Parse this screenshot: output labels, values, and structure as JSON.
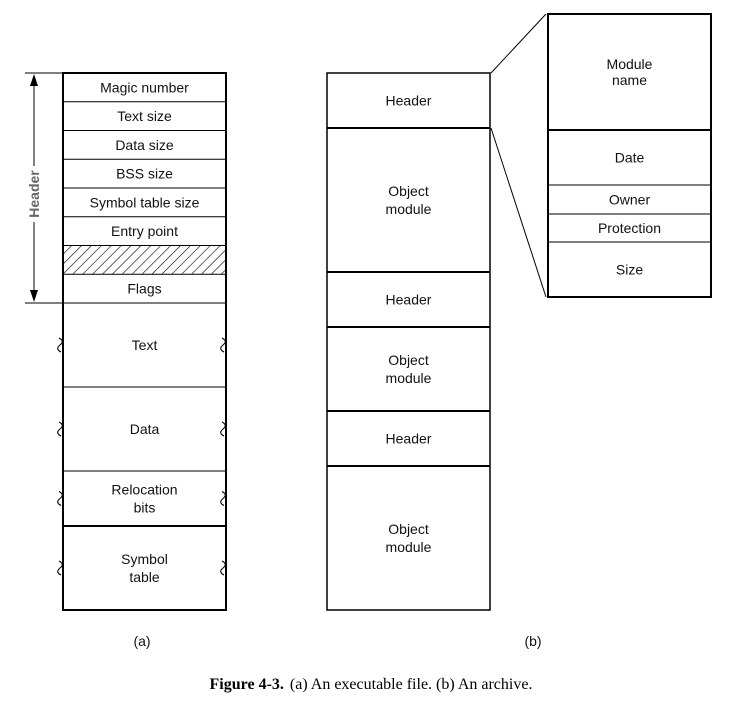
{
  "executable": {
    "side_label": "Header",
    "fields": [
      "Magic number",
      "Text size",
      "Data size",
      "BSS size",
      "Symbol table size",
      "Entry point",
      "",
      "Flags"
    ],
    "sections": [
      [
        "Text"
      ],
      [
        "Data"
      ],
      [
        "Relocation",
        "bits"
      ],
      [
        "Symbol",
        "table"
      ]
    ],
    "label": "(a)"
  },
  "archive": {
    "blocks": [
      [
        "Header"
      ],
      [
        "Object",
        "module"
      ],
      [
        "Header"
      ],
      [
        "Object",
        "module"
      ],
      [
        "Header"
      ],
      [
        "Object",
        "module"
      ]
    ],
    "header_detail": [
      [
        "Module",
        "name"
      ],
      [
        "Date"
      ],
      [
        "Owner"
      ],
      [
        "Protection"
      ],
      [
        "Size"
      ]
    ],
    "label": "(b)"
  },
  "caption": {
    "number": "Figure 4-3.",
    "text": "(a) An executable file. (b) An archive."
  }
}
